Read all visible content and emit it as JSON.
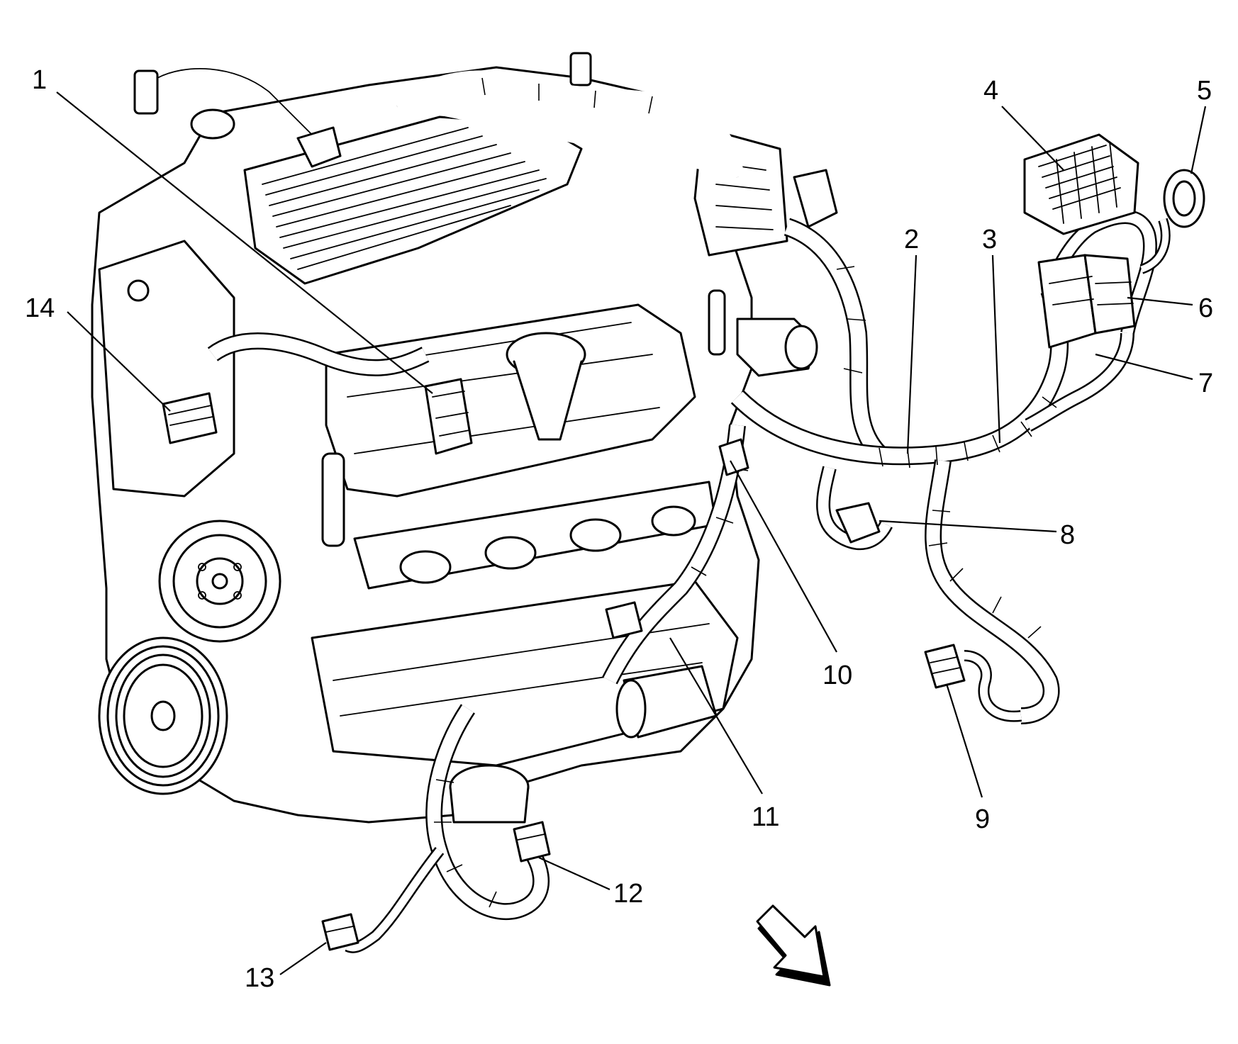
{
  "callouts": [
    {
      "id": 1,
      "label": "1"
    },
    {
      "id": 2,
      "label": "2"
    },
    {
      "id": 3,
      "label": "3"
    },
    {
      "id": 4,
      "label": "4"
    },
    {
      "id": 5,
      "label": "5"
    },
    {
      "id": 6,
      "label": "6"
    },
    {
      "id": 7,
      "label": "7"
    },
    {
      "id": 8,
      "label": "8"
    },
    {
      "id": 9,
      "label": "9"
    },
    {
      "id": 10,
      "label": "10"
    },
    {
      "id": 11,
      "label": "11"
    },
    {
      "id": 12,
      "label": "12"
    },
    {
      "id": 13,
      "label": "13"
    },
    {
      "id": 14,
      "label": "14"
    }
  ],
  "colors": {
    "ink": "#000000",
    "paper": "#ffffff"
  },
  "icons": {
    "direction_arrow": "front-direction-arrow-icon"
  }
}
